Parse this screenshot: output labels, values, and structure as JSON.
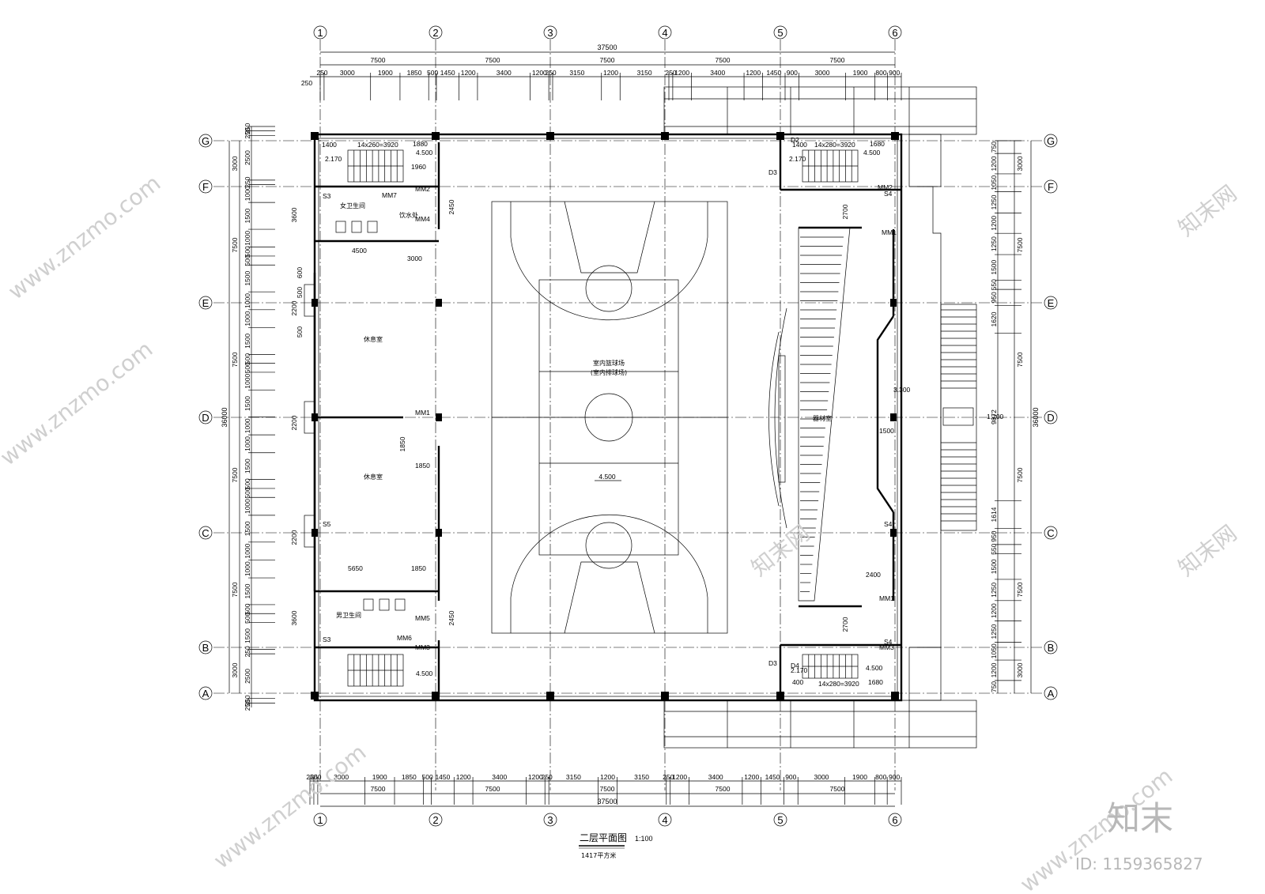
{
  "drawing": {
    "title": "二层平面图",
    "scale": "1:100",
    "area": "1417平方米"
  },
  "axes": {
    "columns": [
      "1",
      "2",
      "3",
      "4",
      "5",
      "6"
    ],
    "rows": [
      "G",
      "F",
      "E",
      "D",
      "C",
      "B",
      "A"
    ]
  },
  "dimensions": {
    "total_width": "37500",
    "total_height": "36000",
    "bays_x": [
      "7500",
      "7500",
      "7500",
      "7500",
      "7500"
    ],
    "detail_x_top": [
      "250",
      "3000",
      "1900",
      "1850",
      "500",
      "1450",
      "1200",
      "3400",
      "1200",
      "250",
      "3150",
      "1200",
      "3150",
      "250",
      "1200",
      "3400",
      "1200",
      "1450",
      "900",
      "3000",
      "1900",
      "800",
      "900"
    ],
    "detail_x_bottom": [
      "250",
      "250",
      "3000",
      "1900",
      "1850",
      "500",
      "1450",
      "1200",
      "3400",
      "1200",
      "250",
      "3150",
      "1200",
      "3150",
      "250",
      "1200",
      "3400",
      "1200",
      "1450",
      "900",
      "3000",
      "1900",
      "800",
      "900"
    ],
    "bays_y_left": [
      "3000",
      "7500",
      "7500",
      "7500",
      "7500",
      "3000"
    ],
    "bays_y_right": [
      "3000",
      "7500",
      "7500",
      "7500",
      "7500",
      "3000"
    ],
    "detail_y_left": [
      "250",
      "250",
      "2500",
      "250",
      "1000",
      "1500",
      "1000",
      "500",
      "500",
      "1500",
      "1000",
      "1000",
      "1500",
      "500",
      "500",
      "1000",
      "1500",
      "1000",
      "1000",
      "1500",
      "500",
      "500",
      "1000",
      "1500",
      "1000",
      "1000",
      "1500",
      "500",
      "500",
      "1500",
      "250",
      "2500",
      "250",
      "250"
    ],
    "detail_y_right": [
      "750",
      "1200",
      "1050",
      "1250",
      "1200",
      "1250",
      "1500",
      "550",
      "950",
      "1620",
      "9872",
      "1614",
      "950",
      "550",
      "1500",
      "1250",
      "1200",
      "1250",
      "1050",
      "1200",
      "750"
    ],
    "side_marks_left": [
      "3600",
      "2200",
      "2200",
      "2200",
      "3600",
      "600",
      "500",
      "500"
    ],
    "side_marks_misc": [
      "2450",
      "2450",
      "1850",
      "1850",
      "5650",
      "1850",
      "2700",
      "2700",
      "2400",
      "1500",
      "4500",
      "3000",
      "1960",
      "1880",
      "1680",
      "1400",
      "1400",
      "400",
      "1680"
    ]
  },
  "rooms": {
    "court": "室内篮球场",
    "court_sub": "(室内排球场)",
    "lounge1": "休息室",
    "lounge2": "休息室",
    "female_wc": "女卫生间",
    "male_wc": "男卫生间",
    "water": "饮水处",
    "stage": "器材室"
  },
  "levels": {
    "court": "4.500",
    "stair_tl": "4.500",
    "stair_tr": "4.500",
    "stair_bl": "4.500",
    "stair_br": "4.500",
    "landing_tl": "2.170",
    "landing_tr": "2.170",
    "landing_br": "2.170",
    "stage": "3.300",
    "entry": "1.200"
  },
  "stair_notes": {
    "tl": "14x260=3920",
    "tr": "14x280=3920",
    "br": "14x280=3920"
  },
  "door_tags": [
    "MM2",
    "MM7",
    "MM4",
    "MM1",
    "MM5",
    "MM6",
    "MM3",
    "MM2",
    "MM1",
    "MM1",
    "MM3",
    "D3",
    "D3",
    "D2",
    "D4",
    "S3",
    "S3",
    "S4",
    "S4",
    "S4",
    "S5"
  ],
  "watermarks": {
    "site": "www.znzmo.com",
    "brand": "知末网",
    "logo": "知末",
    "id": "ID: 1159365827"
  }
}
